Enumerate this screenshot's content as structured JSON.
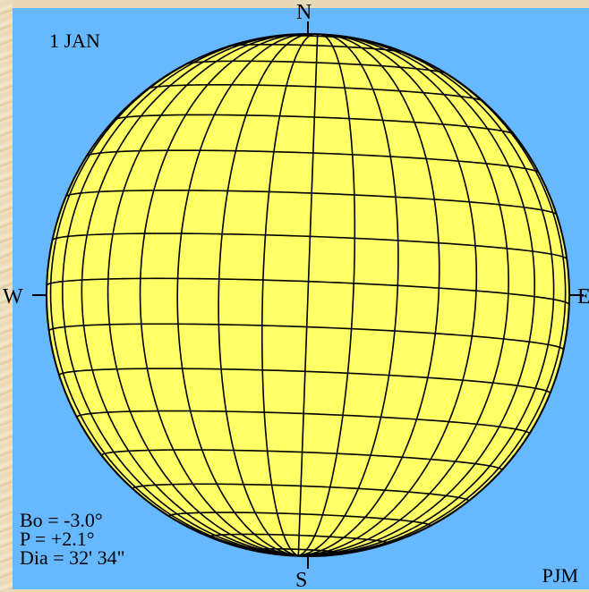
{
  "diagram": {
    "date_label": "1 JAN",
    "cardinals": {
      "north": "N",
      "south": "S",
      "west": "W",
      "east": "E"
    },
    "parameters": [
      {
        "label": "Bo",
        "value": "= -3.0°"
      },
      {
        "label": "P",
        "value": "= +2.1°"
      },
      {
        "label": "Dia",
        "value": "= 32' 34\""
      }
    ],
    "credit": "PJM",
    "solar_b0_deg": -3.0,
    "solar_p_deg": 2.1
  },
  "colors": {
    "background": "#66b8ff",
    "disk_fill": "#ffff66",
    "grid_lines": "#000000",
    "parchment": "#e8d9b8"
  }
}
